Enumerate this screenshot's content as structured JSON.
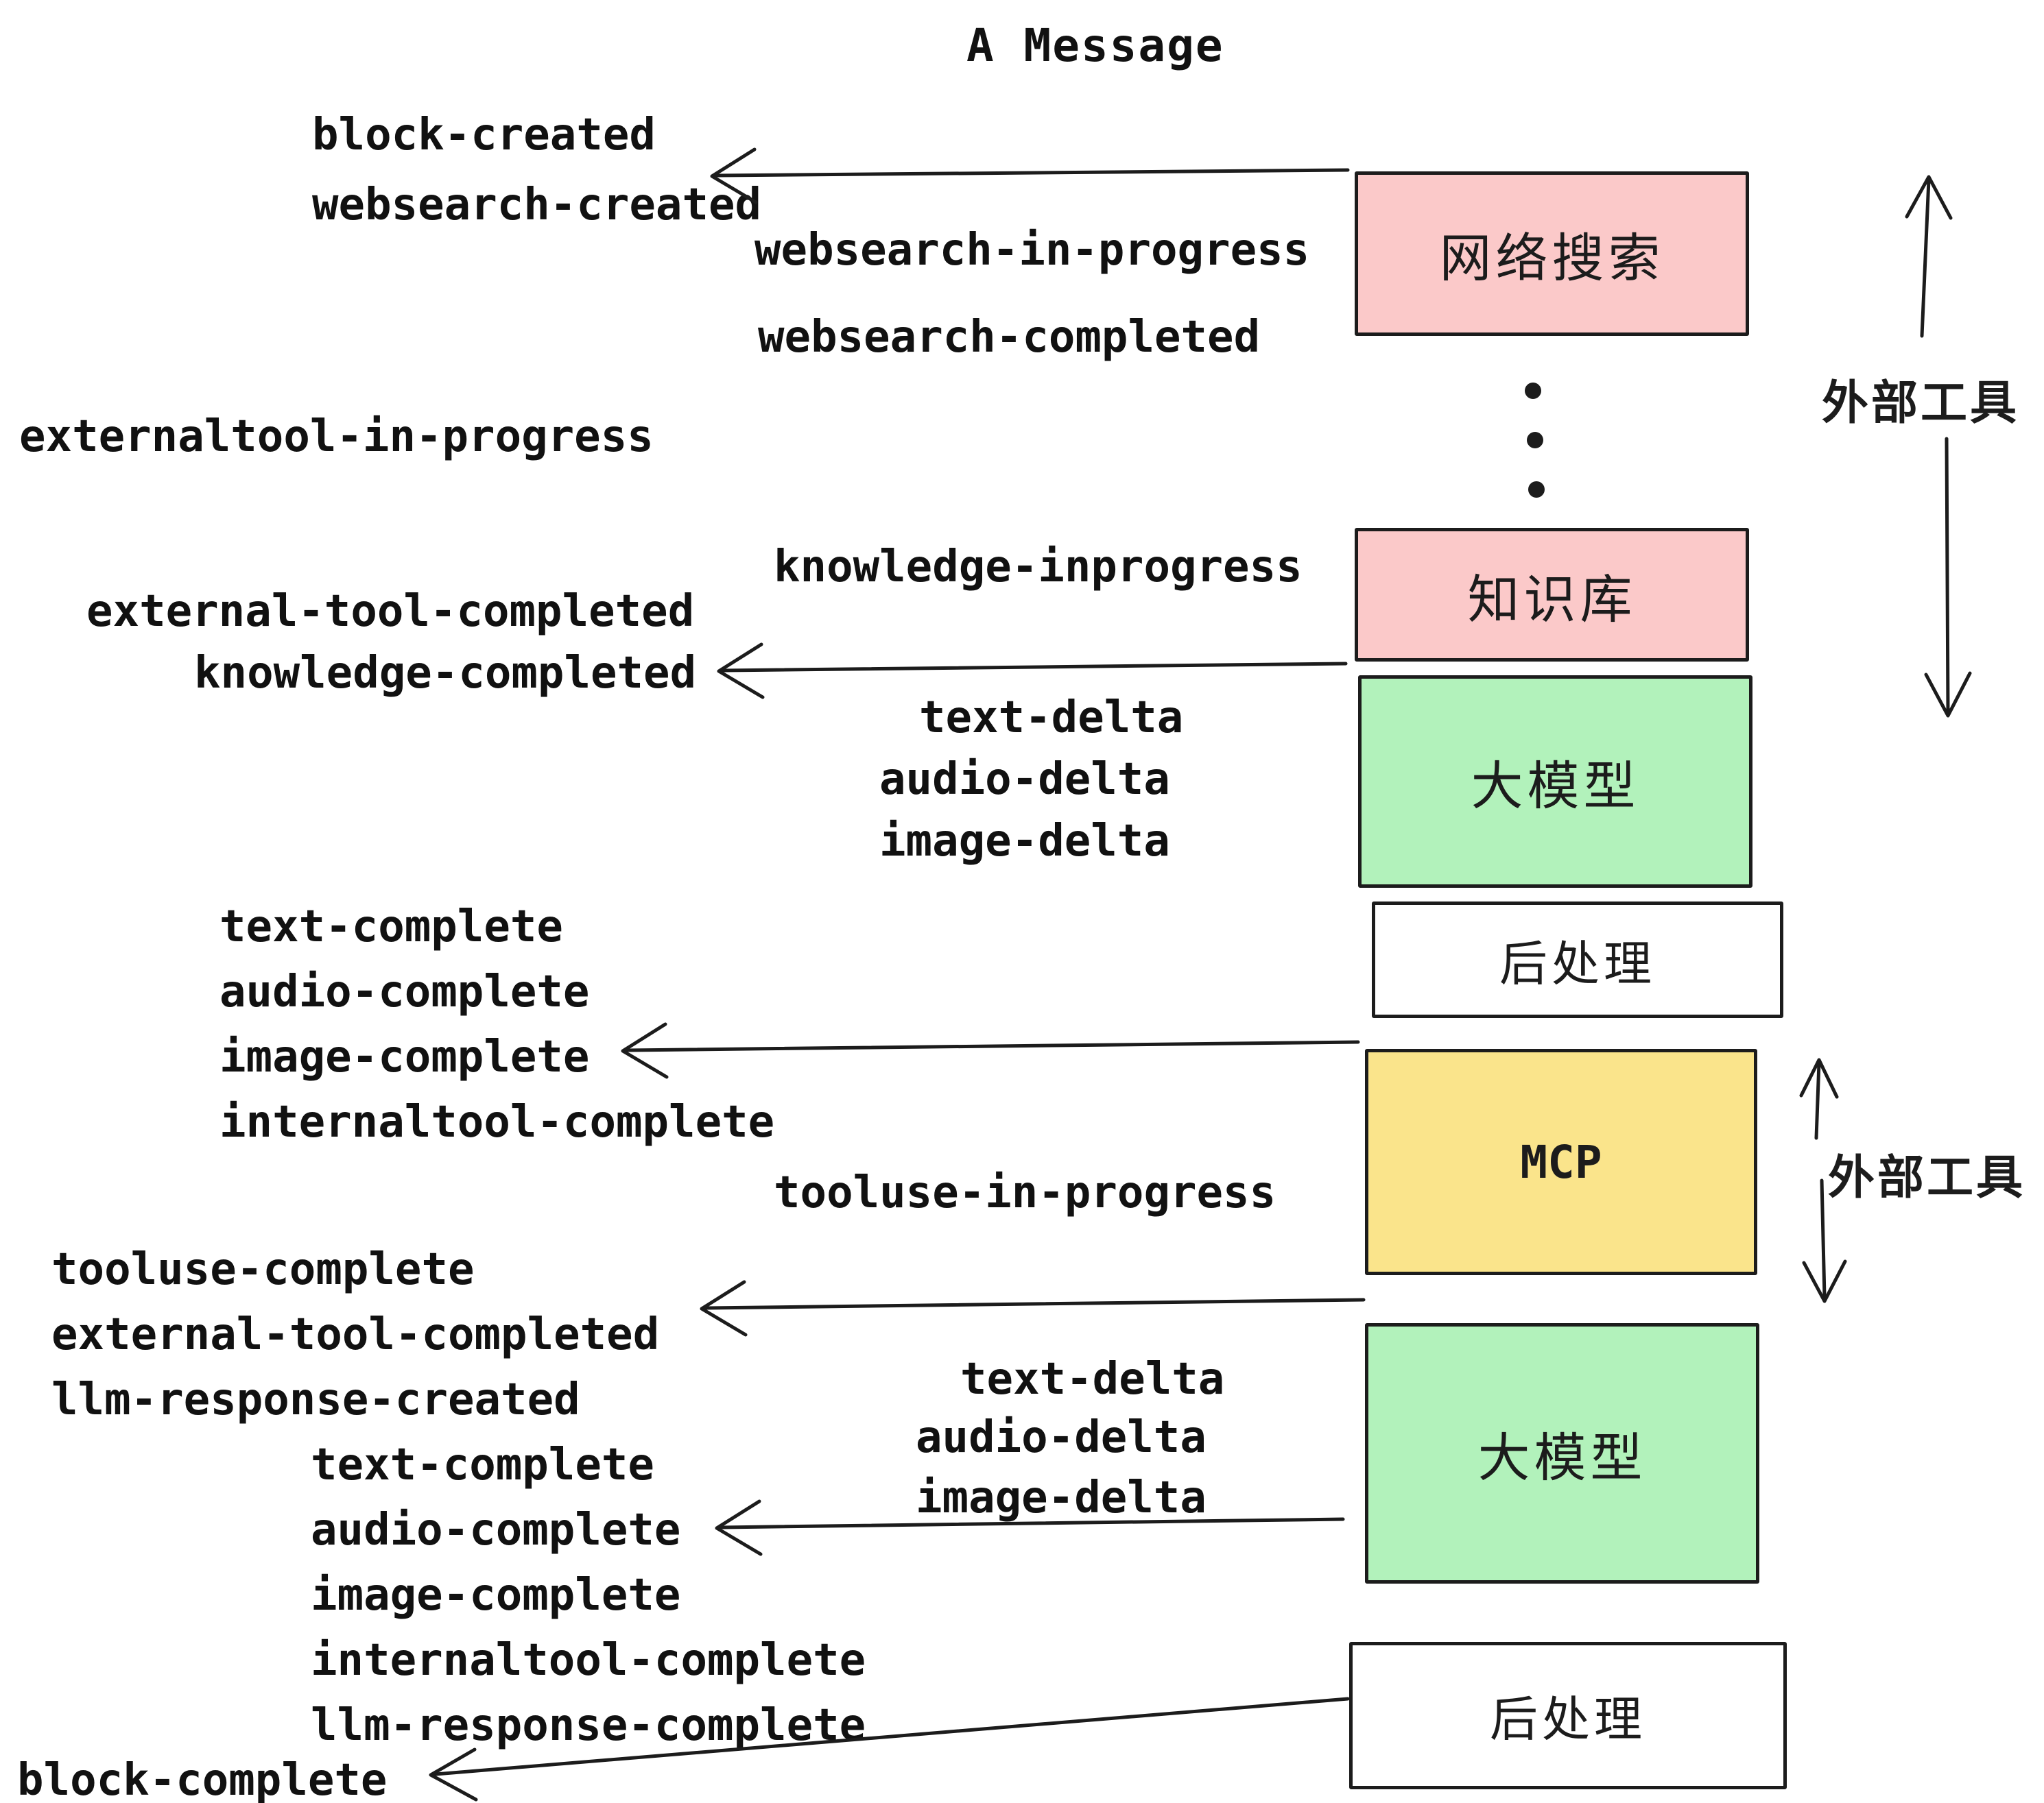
{
  "title": "A Message",
  "event_labels": [
    "block-created",
    "websearch-created",
    "websearch-in-progress",
    "websearch-completed",
    "externaltool-in-progress",
    "knowledge-inprogress",
    "external-tool-completed",
    "knowledge-completed",
    "text-delta",
    "audio-delta",
    "image-delta",
    "text-complete",
    "audio-complete",
    "image-complete",
    "internaltool-complete",
    "tooluse-in-progress",
    "tooluse-complete",
    "external-tool-completed",
    "llm-response-created",
    "text-complete",
    "audio-complete",
    "image-complete",
    "internaltool-complete",
    "llm-response-complete",
    "text-delta",
    "audio-delta",
    "image-delta",
    "block-complete"
  ],
  "boxes": [
    {
      "label": "网络搜索",
      "kind": "web-search",
      "color": "#fbc9c9"
    },
    {
      "label": "知识库",
      "kind": "knowledge-base",
      "color": "#fbc9c9"
    },
    {
      "label": "大模型",
      "kind": "llm",
      "color": "#b2f2bb"
    },
    {
      "label": "后处理",
      "kind": "post-process",
      "color": "#ffffff"
    },
    {
      "label": "MCP",
      "kind": "mcp",
      "color": "#fae48b"
    },
    {
      "label": "大模型",
      "kind": "llm",
      "color": "#b2f2bb"
    },
    {
      "label": "后处理",
      "kind": "post-process",
      "color": "#ffffff"
    }
  ],
  "annotations": {
    "external_tools_top": "外部工具",
    "external_tools_mcp": "外部工具"
  },
  "colors": {
    "pink": "#fbc9c9",
    "green": "#b2f2bb",
    "yellow": "#fae48b",
    "white_box": "#ffffff",
    "stroke": "#1c1c1c",
    "text": "#111111",
    "background": "#ffffff"
  }
}
